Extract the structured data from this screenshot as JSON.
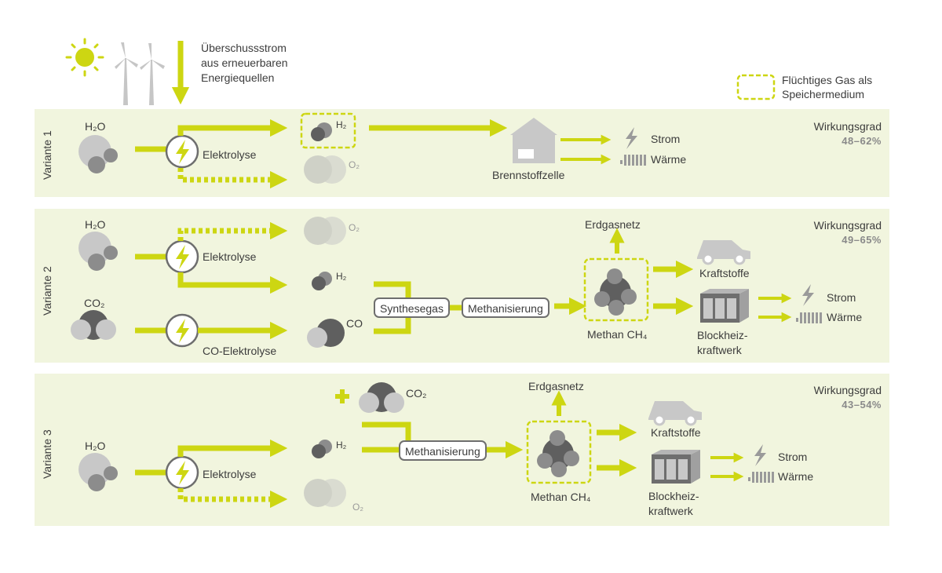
{
  "source": {
    "lines": [
      "Überschussstrom",
      "aus erneuerbaren",
      "Energiequellen"
    ]
  },
  "legend": {
    "lines": [
      "Flüchtiges Gas als",
      "Speichermedium"
    ]
  },
  "efficiency_label": "Wirkungsgrad",
  "variants": [
    {
      "label": "Variante 1",
      "efficiency": "48–62%",
      "inputs": [
        "H₂O"
      ],
      "process": "Elektrolyse",
      "products": [
        "H₂",
        "O₂"
      ],
      "converter": "Brennstoffzelle",
      "outputs": [
        "Strom",
        "Wärme"
      ]
    },
    {
      "label": "Variante 2",
      "efficiency": "49–65%",
      "inputs": [
        "H₂O",
        "CO₂"
      ],
      "process": "Elektrolyse",
      "process2": "CO-Elektrolyse",
      "products": [
        "O₂",
        "H₂",
        "CO"
      ],
      "synthesis": "Synthesegas",
      "methanation": "Methanisierung",
      "grid": "Erdgasnetz",
      "methane": "Methan CH₄",
      "fuels": "Kraftstoffe",
      "chp": [
        "Blockheiz-",
        "kraftwerk"
      ],
      "outputs": [
        "Strom",
        "Wärme"
      ]
    },
    {
      "label": "Variante 3",
      "efficiency": "43–54%",
      "inputs": [
        "H₂O"
      ],
      "added": "CO₂",
      "process": "Elektrolyse",
      "products": [
        "H₂",
        "O₂"
      ],
      "methanation": "Methanisierung",
      "grid": "Erdgasnetz",
      "methane": "Methan CH₄",
      "fuels": "Kraftstoffe",
      "chp": [
        "Blockheiz-",
        "kraftwerk"
      ],
      "outputs": [
        "Strom",
        "Wärme"
      ]
    }
  ],
  "colors": {
    "accent": "#cdd612",
    "band": "#f1f5de",
    "molecule_dark": "#5f5f5f",
    "molecule_mid": "#8c8c8c",
    "molecule_light": "#c8c8c8",
    "outline": "#6e6e6e"
  }
}
